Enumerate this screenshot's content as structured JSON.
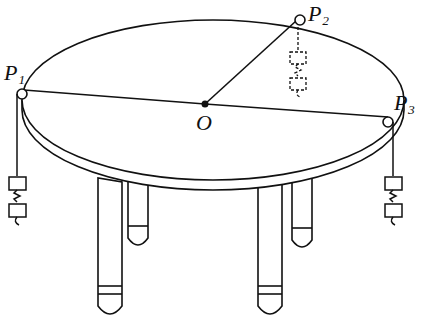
{
  "diagram": {
    "labels": [
      "P₁",
      "O",
      "P₂",
      "P₃"
    ]
  }
}
